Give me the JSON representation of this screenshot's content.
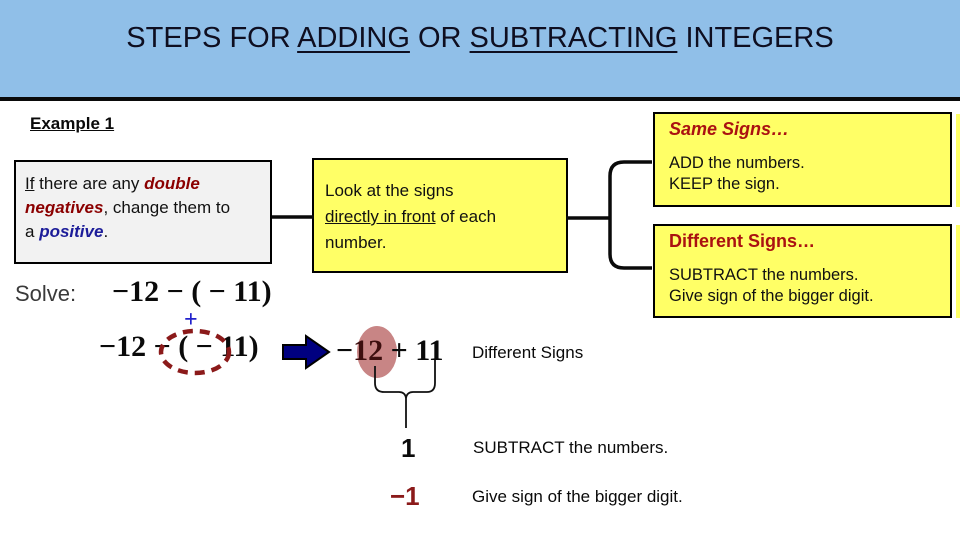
{
  "title": {
    "pre": "STEPS FOR ",
    "adding": "ADDING",
    "mid": " OR ",
    "subtracting": "SUBTRACTING",
    "post": " INTEGERS"
  },
  "example_label": "Example 1",
  "left_box": {
    "l1_if": "If",
    "l1_mid": " there are any ",
    "l1_em": "double",
    "l2_em": "negatives",
    "l2_rest": ", change them to",
    "l3_pre": "a ",
    "l3_em": "positive",
    "l3_post": "."
  },
  "middle_box": {
    "l1": "Look at the signs",
    "l2_u": "directly in front",
    "l2_rest": " of each",
    "l3": "number."
  },
  "same_box": {
    "heading": "Same Signs…",
    "line1": "ADD the numbers.",
    "line2": "KEEP the sign."
  },
  "diff_box": {
    "heading": "Different Signs…",
    "line1": "SUBTRACT the numbers.",
    "line2": "Give sign of the bigger digit."
  },
  "solve": {
    "label": "Solve:",
    "expr_original": "−12 − ( − 11)",
    "plus_annotation": "+",
    "expr_step1": "−12 − ( − 11)",
    "expr_step2_minus": "−",
    "expr_step2_num": "12",
    "expr_step2_rest": " + 11",
    "note": "Different Signs"
  },
  "steps": {
    "result1": "1",
    "note1": "SUBTRACT the numbers.",
    "result2": "−1",
    "note2": "Give sign of the bigger digit."
  },
  "colors": {
    "header_blue": "#90BFE8",
    "box_yellow": "#FFFF66",
    "box_gray": "#F2F2F2",
    "accent_dark_red": "#8B1A1A",
    "heading_red": "#AA1111",
    "arrow_navy": "#000080",
    "plus_blue": "#2222CC",
    "highlight_pink": "#C88585"
  }
}
